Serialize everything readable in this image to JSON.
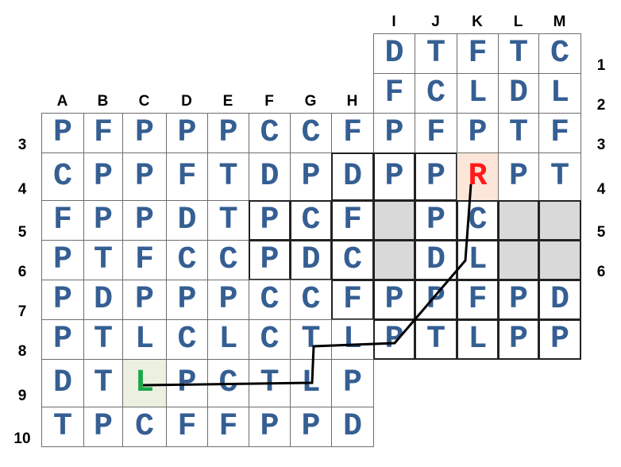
{
  "columns": [
    "A",
    "B",
    "C",
    "D",
    "E",
    "F",
    "G",
    "H",
    "I",
    "J",
    "K",
    "L",
    "M"
  ],
  "row_labels": [
    "1",
    "2",
    "3",
    "4",
    "5",
    "6",
    "7",
    "8",
    "9",
    "10"
  ],
  "grid": {
    "1": [
      null,
      null,
      null,
      null,
      null,
      null,
      null,
      null,
      "D",
      "T",
      "F",
      "T",
      "C"
    ],
    "2": [
      null,
      null,
      null,
      null,
      null,
      null,
      null,
      null,
      "F",
      "C",
      "L",
      "D",
      "L"
    ],
    "3": [
      "P",
      "F",
      "P",
      "P",
      "P",
      "C",
      "C",
      "F",
      "P",
      "F",
      "P",
      "T",
      "F"
    ],
    "4": [
      "C",
      "P",
      "P",
      "F",
      "T",
      "D",
      "P",
      "D",
      "P",
      "P",
      "R",
      "P",
      "T"
    ],
    "5": [
      "F",
      "P",
      "P",
      "D",
      "T",
      "P",
      "C",
      "F",
      "",
      "P",
      "C",
      "",
      ""
    ],
    "6": [
      "P",
      "T",
      "F",
      "C",
      "C",
      "P",
      "D",
      "C",
      "",
      "D",
      "L",
      "",
      ""
    ],
    "7": [
      "P",
      "D",
      "P",
      "P",
      "P",
      "C",
      "C",
      "F",
      "P",
      "P",
      "F",
      "P",
      "D"
    ],
    "8": [
      "P",
      "T",
      "L",
      "C",
      "L",
      "C",
      "T",
      "L",
      "P",
      "T",
      "L",
      "P",
      "P"
    ],
    "9": [
      "D",
      "T",
      "L",
      "P",
      "C",
      "T",
      "L",
      "P",
      null,
      null,
      null,
      null,
      null
    ],
    "10": [
      "T",
      "P",
      "C",
      "F",
      "F",
      "P",
      "P",
      "D",
      null,
      null,
      null,
      null,
      null
    ]
  },
  "start_cell": "K4",
  "end_cell": "C9",
  "colors": {
    "letter": "#355f93",
    "start": "#ff1a1a",
    "end": "#1aa84a",
    "blocked": "#d9d9d9"
  }
}
